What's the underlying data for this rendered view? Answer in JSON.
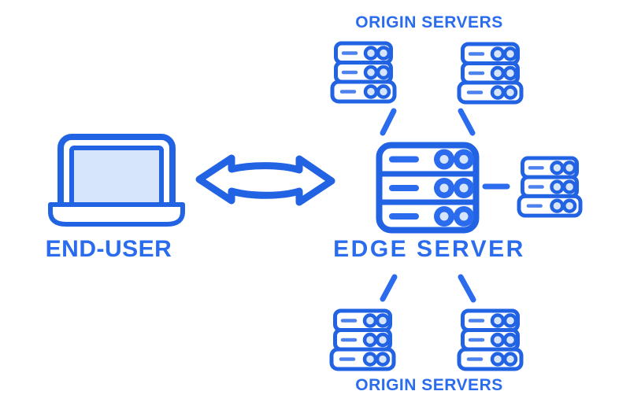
{
  "labels": {
    "origin_servers_top": "ORIGIN SERVERS",
    "end_user": "END-USER",
    "edge_server": "EDGE SERVER",
    "origin_servers_bottom": "ORIGIN SERVERS"
  },
  "nodes": [
    {
      "id": "end-user",
      "label": "END-USER",
      "icon": "laptop-icon"
    },
    {
      "id": "edge-server",
      "label": "EDGE SERVER",
      "icon": "server-rack-icon"
    },
    {
      "id": "origin-server-top-left",
      "icon": "server-stack-icon"
    },
    {
      "id": "origin-server-top-right",
      "icon": "server-stack-icon"
    },
    {
      "id": "origin-server-right",
      "icon": "server-stack-icon"
    },
    {
      "id": "origin-server-bottom-left",
      "icon": "server-stack-icon"
    },
    {
      "id": "origin-server-bottom-right",
      "icon": "server-stack-icon"
    }
  ],
  "edges": [
    {
      "from": "end-user",
      "to": "edge-server",
      "style": "double-headed-arrow"
    },
    {
      "from": "edge-server",
      "to": "origin-server-top-left",
      "style": "line"
    },
    {
      "from": "edge-server",
      "to": "origin-server-top-right",
      "style": "line"
    },
    {
      "from": "edge-server",
      "to": "origin-server-right",
      "style": "line"
    },
    {
      "from": "edge-server",
      "to": "origin-server-bottom-left",
      "style": "line"
    },
    {
      "from": "edge-server",
      "to": "origin-server-bottom-right",
      "style": "line"
    }
  ],
  "colors": {
    "primary_blue": "#2a6ced",
    "stroke_blue": "#2263e4",
    "dash_blue": "#4d82ee",
    "light_fill": "#d7e5fa",
    "background": "#ffffff"
  }
}
